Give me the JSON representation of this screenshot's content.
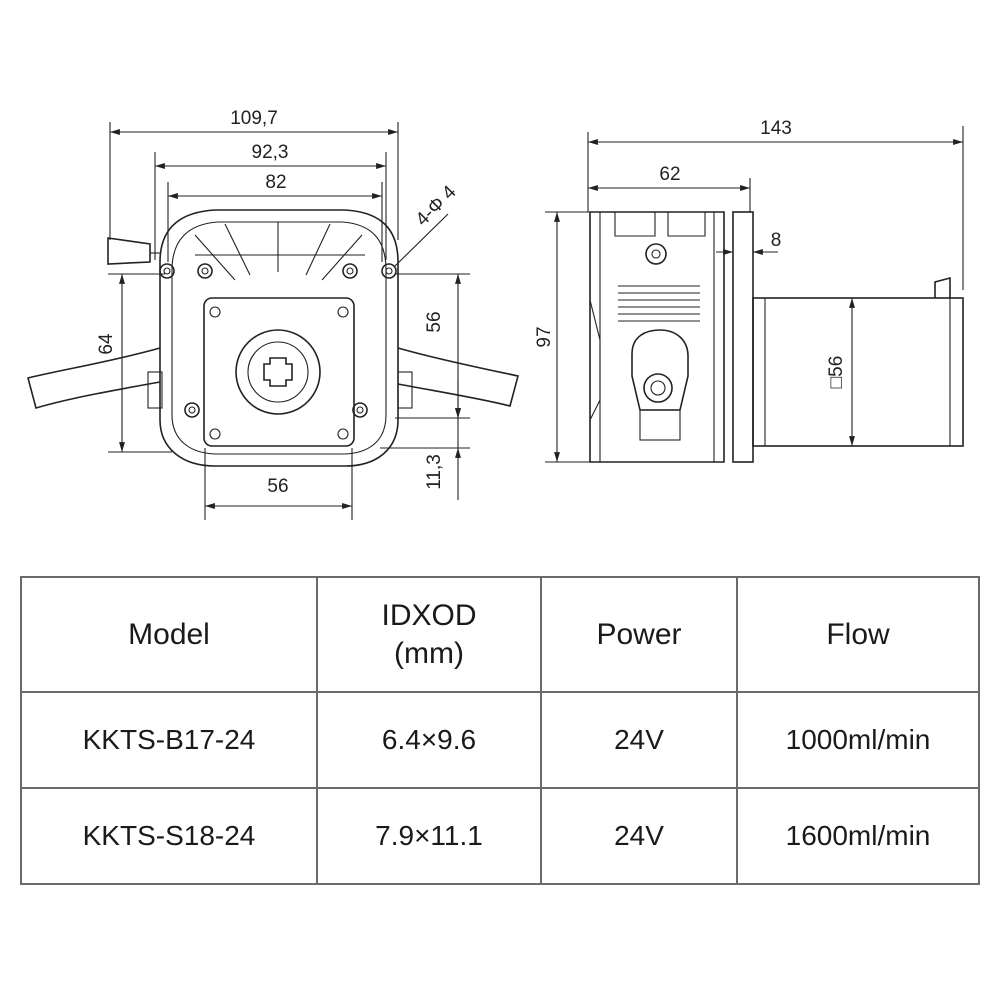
{
  "front_view": {
    "dims": {
      "overall_width": "109,7",
      "width_mid": "92,3",
      "width_inner": "82",
      "hole_callout": "4-Φ 4",
      "height_left": "64",
      "height_right": "56",
      "bottom_offset": "11,3",
      "base_width": "56"
    }
  },
  "side_view": {
    "dims": {
      "overall_length": "143",
      "head_length": "62",
      "flange_thickness": "8",
      "overall_height": "97",
      "motor_square": "□56"
    }
  },
  "table": {
    "headers": {
      "model": "Model",
      "idxod_line1": "IDXOD",
      "idxod_line2": "(mm)",
      "power": "Power",
      "flow": "Flow"
    },
    "rows": [
      {
        "model": "KKTS-B17-24",
        "idxod": "6.4×9.6",
        "power": "24V",
        "flow": "1000ml/min"
      },
      {
        "model": "KKTS-S18-24",
        "idxod": "7.9×11.1",
        "power": "24V",
        "flow": "1600ml/min"
      }
    ]
  }
}
